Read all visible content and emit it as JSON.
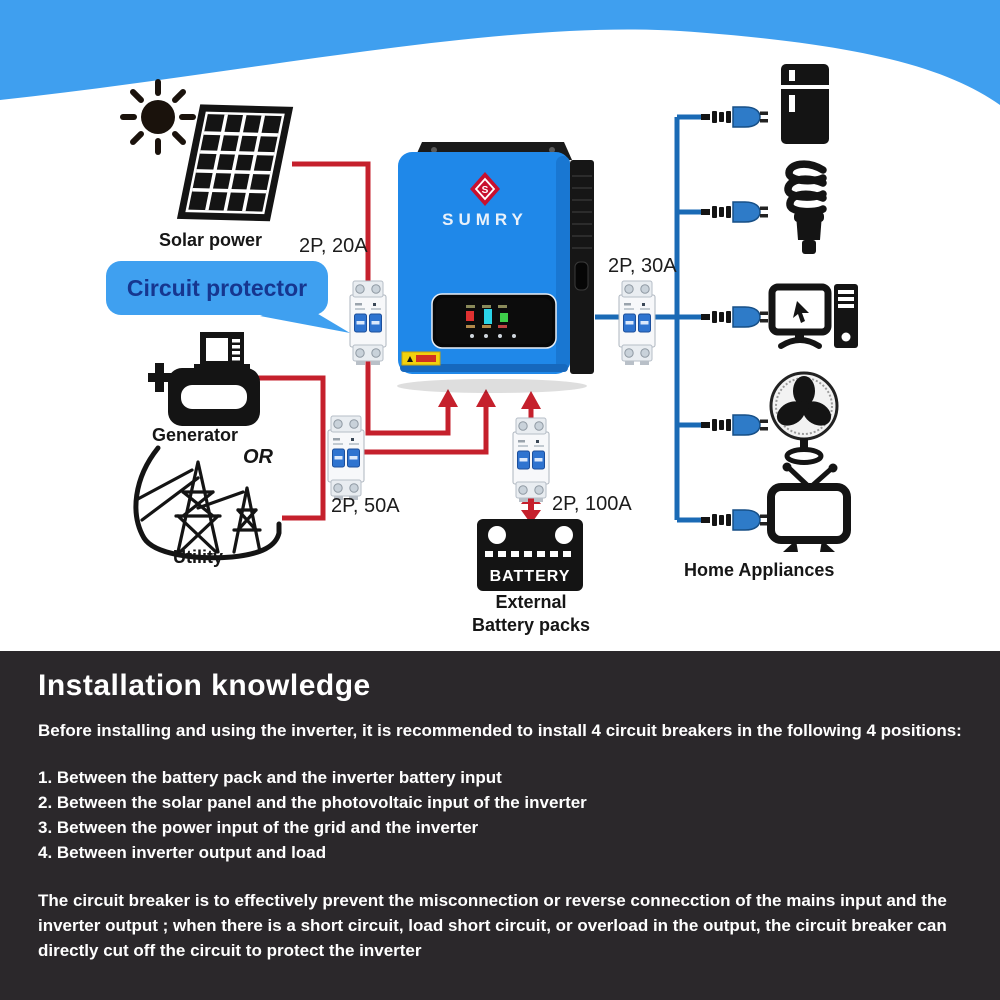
{
  "brand": {
    "name": "SUMRY",
    "logo_letter": "S"
  },
  "diagram": {
    "labels": {
      "solar_power": "Solar power",
      "circuit_protector": "Circuit protector",
      "generator": "Generator",
      "or": "OR",
      "utility": "Utility",
      "battery": "BATTERY",
      "external_battery_line1": "External",
      "external_battery_line2": "Battery packs",
      "home_appliances": "Home Appliances"
    },
    "breaker_ratings": {
      "pv": "2P, 20A",
      "grid": "2P, 50A",
      "output": "2P, 30A",
      "battery": "2P, 100A"
    },
    "colors": {
      "banner_blue": "#3f9fef",
      "bubble_blue": "#3fa0f0",
      "wire_red": "#c5202c",
      "wire_blue": "#1a6ab5",
      "inverter_blue": "#1f88e9",
      "logo_red": "#c8102e",
      "info_panel_dark": "#2b282b"
    }
  },
  "info_panel": {
    "title": "Installation knowledge",
    "intro": "Before installing and using the inverter, it is recommended to install 4 circuit breakers in the following 4 positions:",
    "items": [
      "1. Between the battery pack and the inverter battery input",
      "2. Between the solar panel and the photovoltaic input of the inverter",
      "3. Between the power input of the grid and the inverter",
      "4. Between inverter output and load"
    ],
    "note": "The circuit breaker is to effectively prevent the misconnection or reverse connecction of the mains input  and the inverter output ; when there is a short circuit, load short circuit, or overload in the output, the circuit breaker can directly cut off the circuit to protect the inverter"
  }
}
